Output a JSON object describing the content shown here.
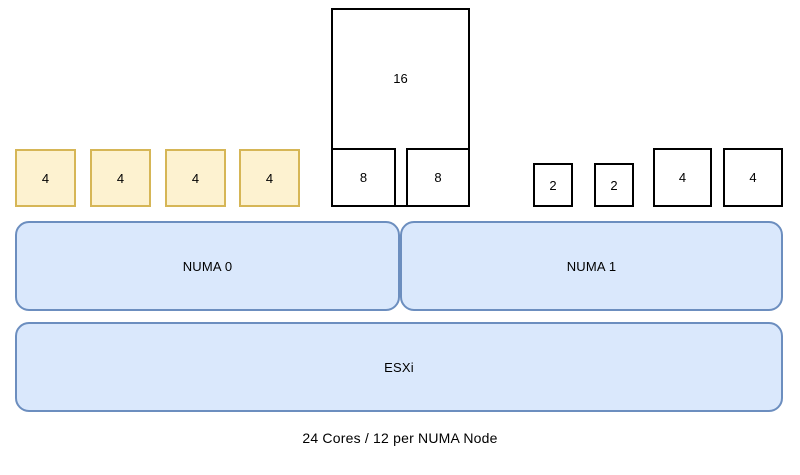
{
  "diagram": {
    "title_caption": "24 Cores / 12 per NUMA Node",
    "colors": {
      "vm_small_fill": "#fdf2d0",
      "vm_small_border": "#d6b656",
      "vm_large_fill": "#ffffff",
      "vm_large_border": "#000000",
      "layer_fill": "#dae8fc",
      "layer_border": "#6c8ebf",
      "text": "#000000",
      "background": "#ffffff"
    },
    "vms_numa0_yellow": [
      {
        "label": "4"
      },
      {
        "label": "4"
      },
      {
        "label": "4"
      },
      {
        "label": "4"
      }
    ],
    "vm_wide": {
      "label": "16",
      "children": [
        {
          "label": "8"
        },
        {
          "label": "8"
        }
      ]
    },
    "vms_numa1_white": [
      {
        "label": "2"
      },
      {
        "label": "2"
      },
      {
        "label": "4"
      },
      {
        "label": "4"
      }
    ],
    "layers": {
      "numa": [
        {
          "label": "NUMA 0"
        },
        {
          "label": "NUMA 1"
        }
      ],
      "hypervisor": {
        "label": "ESXi"
      }
    }
  }
}
